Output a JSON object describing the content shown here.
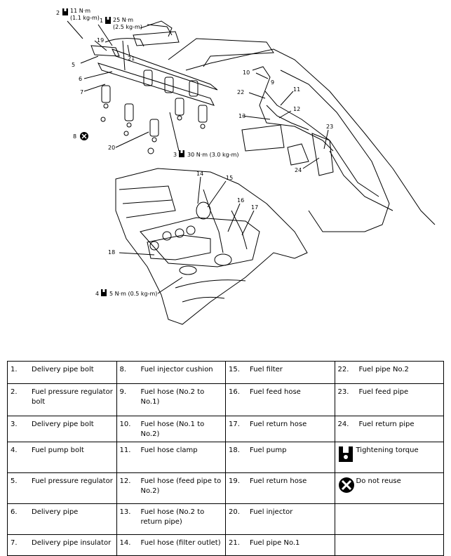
{
  "callouts": {
    "c1": "1",
    "c2": "2",
    "c3": "3",
    "c4": "4",
    "c5": "5",
    "c6": "6",
    "c7": "7",
    "c8": "8",
    "c9": "9",
    "c10": "10",
    "c11": "11",
    "c12": "12",
    "c13": "13",
    "c14": "14",
    "c15": "15",
    "c16": "16",
    "c17": "17",
    "c18": "18",
    "c19": "19",
    "c20": "20",
    "c21": "21",
    "c22": "22",
    "c23": "23",
    "c24": "24"
  },
  "torques": {
    "t2_num": "2",
    "t2_a": "11 N·m",
    "t2_b": "(1.1 kg-m)",
    "t1_num": "1",
    "t1_a": "25 N·m",
    "t1_b": "(2.5 kg-m)",
    "t3_num": "3",
    "t3_a": "30 N·m (3.0 kg-m)",
    "t4_num": "4",
    "t4_a": "5 N·m (0.5 kg-m)"
  },
  "legend": {
    "rows": [
      [
        {
          "num": "1.",
          "label": "Delivery pipe bolt"
        },
        {
          "num": "8.",
          "label": "Fuel injector cushion"
        },
        {
          "num": "15.",
          "label": "Fuel filter"
        },
        {
          "num": "22.",
          "label": "Fuel pipe No.2"
        }
      ],
      [
        {
          "num": "2.",
          "label": "Fuel pressure regulator bolt"
        },
        {
          "num": "9.",
          "label": "Fuel hose (No.2 to No.1)"
        },
        {
          "num": "16.",
          "label": "Fuel feed hose"
        },
        {
          "num": "23.",
          "label": "Fuel feed pipe"
        }
      ],
      [
        {
          "num": "3.",
          "label": "Delivery pipe bolt"
        },
        {
          "num": "10.",
          "label": "Fuel hose (No.1 to No.2)"
        },
        {
          "num": "17.",
          "label": "Fuel return hose"
        },
        {
          "num": "24.",
          "label": "Fuel return pipe"
        }
      ],
      [
        {
          "num": "4.",
          "label": "Fuel pump bolt"
        },
        {
          "num": "11.",
          "label": "Fuel hose clamp"
        },
        {
          "num": "18.",
          "label": "Fuel pump"
        },
        {
          "num": "",
          "label": "Tightening torque",
          "icon": "torque-wrench-icon"
        }
      ],
      [
        {
          "num": "5.",
          "label": "Fuel pressure regulator"
        },
        {
          "num": "12.",
          "label": "Fuel hose (feed pipe to No.2)"
        },
        {
          "num": "19.",
          "label": "Fuel return hose"
        },
        {
          "num": "",
          "label": "Do not reuse",
          "icon": "do-not-reuse-icon"
        }
      ],
      [
        {
          "num": "6.",
          "label": "Delivery pipe"
        },
        {
          "num": "13.",
          "label": "Fuel hose (No.2 to return pipe)"
        },
        {
          "num": "20.",
          "label": "Fuel injector"
        },
        {
          "num": "",
          "label": ""
        }
      ],
      [
        {
          "num": "7.",
          "label": "Delivery pipe insulator"
        },
        {
          "num": "14.",
          "label": "Fuel hose (filter outlet)"
        },
        {
          "num": "21.",
          "label": "Fuel pipe No.1"
        },
        {
          "num": "",
          "label": ""
        }
      ]
    ]
  }
}
